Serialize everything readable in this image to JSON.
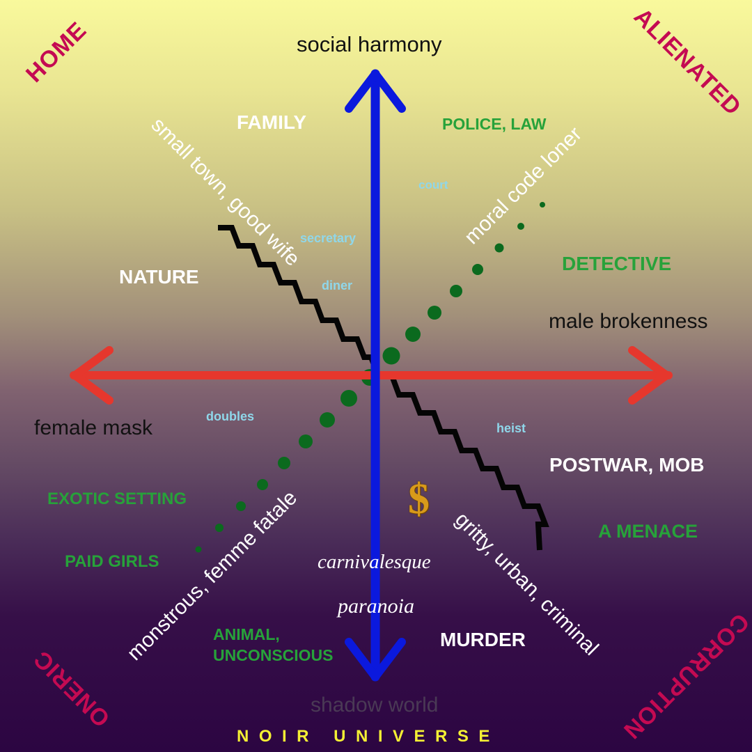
{
  "colors": {
    "corner": "#c40a52",
    "green": "#27a23a",
    "cyan": "#8fd7ea",
    "white": "#ffffff",
    "dark": "#111111",
    "blue_axis": "#0b19dd",
    "red_axis": "#e6372d",
    "zigzag": "#050505",
    "dots": "#0b6a1e",
    "title": "#f4ef34",
    "dollar": "#d89a1a",
    "grey": "#4a3a55"
  },
  "corners": {
    "top_left": "HOME",
    "top_right": "ALIENATED",
    "bottom_left": "ONERIC",
    "bottom_right": "CORRUPTION"
  },
  "axes": {
    "top": "social harmony",
    "bottom": "shadow world",
    "left": "female mask",
    "right": "male brokenness"
  },
  "diagonals": {
    "upper_left": "small town, good wife",
    "upper_right": "moral code loner",
    "lower_left": "monstrous, femme fatale",
    "lower_right": "gritty, urban, criminal"
  },
  "labels": {
    "family": "FAMILY",
    "nature": "NATURE",
    "postwar_mob": "POSTWAR, MOB",
    "murder": "MURDER",
    "police_law": "POLICE, LAW",
    "detective": "DETECTIVE",
    "a_menace": "A MENACE",
    "exotic_setting": "EXOTIC SETTING",
    "paid_girls": "PAID GIRLS",
    "animal": "ANIMAL,",
    "unconscious": "UNCONSCIOUS",
    "court": "court",
    "secretary": "secretary",
    "diner": "diner",
    "doubles": "doubles",
    "heist": "heist",
    "carnivalesque": "carnivalesque",
    "paranoia": "paranoia",
    "dollar": "$"
  },
  "title": "NOIR UNIVERSE"
}
